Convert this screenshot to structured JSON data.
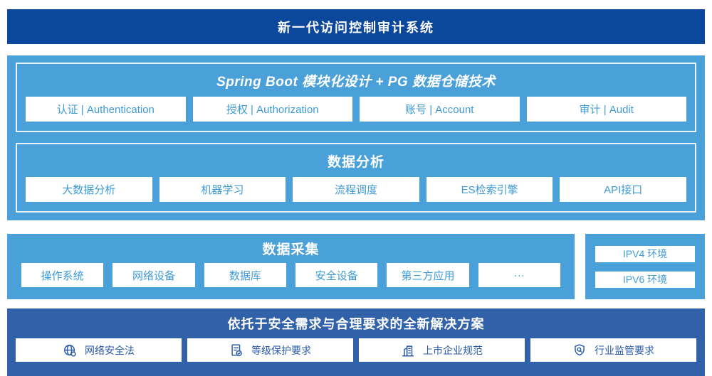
{
  "colors": {
    "header_bg": "#0B479B",
    "platform_bg": "#4AA0D8",
    "solution_bg": "#3161A8",
    "module_text": "#3E9AD5",
    "solution_text": "#2B5AA6"
  },
  "header": {
    "title": "新一代访问控制审计系统"
  },
  "platform": {
    "springboot": {
      "title": "Spring Boot 模块化设计 + PG 数据仓储技术",
      "modules": [
        "认证 | Authentication",
        "授权 | Authorization",
        "账号 | Account",
        "审计 | Audit"
      ]
    },
    "analysis": {
      "title": "数据分析",
      "modules": [
        "大数据分析",
        "机器学习",
        "流程调度",
        "ES检索引擎",
        "API接口"
      ]
    }
  },
  "collection": {
    "title": "数据采集",
    "sources": [
      "操作系统",
      "网络设备",
      "数据库",
      "安全设备",
      "第三方应用",
      "···"
    ]
  },
  "environments": {
    "items": [
      "IPV4 环境",
      "IPV6 环境"
    ]
  },
  "solution": {
    "title": "依托于安全需求与合理要求的全新解决方案",
    "items": [
      {
        "label": "网络安全法",
        "icon": "globe-icon"
      },
      {
        "label": "等级保护要求",
        "icon": "document-check-icon"
      },
      {
        "label": "上市企业规范",
        "icon": "building-icon"
      },
      {
        "label": "行业监管要求",
        "icon": "shield-search-icon"
      }
    ]
  }
}
